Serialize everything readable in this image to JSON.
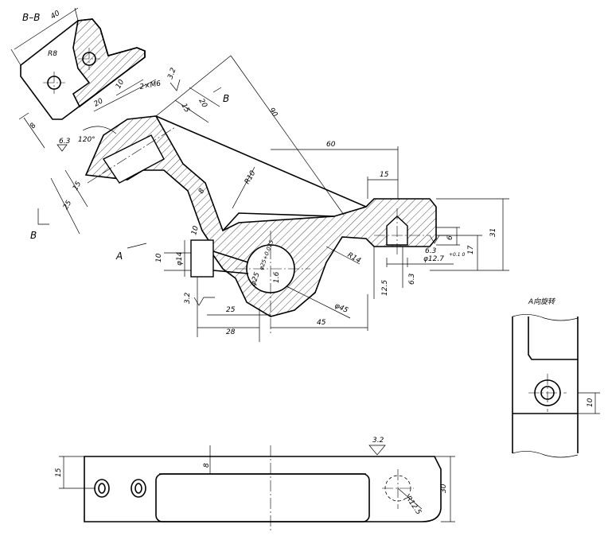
{
  "views": {
    "section_bb": "B–B",
    "section_mark": "B",
    "view_arrow": "A",
    "view_a_title": "A向旋转"
  },
  "dimensions": {
    "bb_width": "40",
    "bb_radius": "R8",
    "bb_thickness": "8",
    "arm_w20a": "20",
    "arm_w10": "10",
    "thread": "2×M6",
    "arm_w15a": "15",
    "arm_w20b": "20",
    "rough_32a": "3.2",
    "rough_63a": "6.3",
    "angle": "120°",
    "d15": "15",
    "d25a": "25",
    "len90": "90",
    "d60": "60",
    "d15b": "15",
    "r10": "R10",
    "d8": "8",
    "d10a": "10",
    "d14a": "φ14",
    "d10b": "10",
    "phi25": "φ25",
    "phi25tol": "φ25+0.025",
    "d18": "1.6",
    "r14": "R14",
    "phi45": "φ45",
    "d45": "45",
    "d25b": "25",
    "d28": "28",
    "rough_32b": "3.2",
    "d125": "12.5",
    "d63b": "6.3",
    "rough_63c": "6.3",
    "phi127": "φ12.7",
    "phi127tol": "+0.1\n0",
    "d6": "6",
    "d17": "17",
    "d31": "31",
    "view_a_10": "10",
    "bottom_15": "15",
    "bottom_8": "8",
    "bottom_32": "3.2",
    "bottom_r125": "R12.5",
    "bottom_30": "30"
  }
}
